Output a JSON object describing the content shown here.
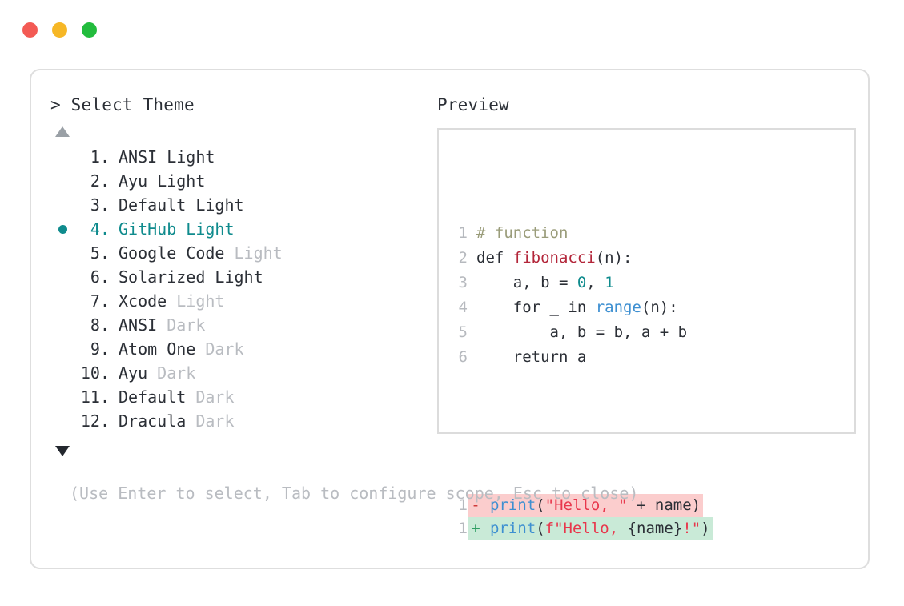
{
  "window": {
    "dots": [
      {
        "name": "close-dot",
        "color": "#f35a54"
      },
      {
        "name": "minimize-dot",
        "color": "#f6b726"
      },
      {
        "name": "maximize-dot",
        "color": "#22bc3d"
      }
    ]
  },
  "prompt": {
    "title": "> Select Theme",
    "scroll_up_icon": "triangle-up",
    "scroll_down_icon": "triangle-down",
    "selected_index": 4,
    "themes": [
      {
        "index": "1.",
        "name": "ANSI",
        "variant": "Light",
        "variant_solid": true,
        "selected": false
      },
      {
        "index": "2.",
        "name": "Ayu",
        "variant": "Light",
        "variant_solid": true,
        "selected": false
      },
      {
        "index": "3.",
        "name": "Default",
        "variant": "Light",
        "variant_solid": true,
        "selected": false
      },
      {
        "index": "4.",
        "name": "GitHub",
        "variant": "Light",
        "variant_solid": true,
        "selected": true
      },
      {
        "index": "5.",
        "name": "Google Code",
        "variant": "Light",
        "variant_solid": false,
        "selected": false
      },
      {
        "index": "6.",
        "name": "Solarized",
        "variant": "Light",
        "variant_solid": true,
        "selected": false
      },
      {
        "index": "7.",
        "name": "Xcode",
        "variant": "Light",
        "variant_solid": false,
        "selected": false
      },
      {
        "index": "8.",
        "name": "ANSI",
        "variant": "Dark",
        "variant_solid": false,
        "selected": false
      },
      {
        "index": "9.",
        "name": "Atom One",
        "variant": "Dark",
        "variant_solid": false,
        "selected": false
      },
      {
        "index": "10.",
        "name": "Ayu",
        "variant": "Dark",
        "variant_solid": false,
        "selected": false
      },
      {
        "index": "11.",
        "name": "Default",
        "variant": "Dark",
        "variant_solid": false,
        "selected": false
      },
      {
        "index": "12.",
        "name": "Dracula",
        "variant": "Dark",
        "variant_solid": false,
        "selected": false
      }
    ]
  },
  "preview": {
    "title": "Preview",
    "code_lines": [
      {
        "num": "1",
        "tokens": [
          {
            "t": "# function",
            "c": "comment"
          }
        ]
      },
      {
        "num": "2",
        "tokens": [
          {
            "t": "def ",
            "c": "keyword"
          },
          {
            "t": "fibonacci",
            "c": "func"
          },
          {
            "t": "(n):",
            "c": "plain"
          }
        ]
      },
      {
        "num": "3",
        "tokens": [
          {
            "t": "    a, b = ",
            "c": "plain"
          },
          {
            "t": "0",
            "c": "number"
          },
          {
            "t": ", ",
            "c": "plain"
          },
          {
            "t": "1",
            "c": "number"
          }
        ]
      },
      {
        "num": "4",
        "tokens": [
          {
            "t": "    for _ in ",
            "c": "plain"
          },
          {
            "t": "range",
            "c": "builtin"
          },
          {
            "t": "(n):",
            "c": "plain"
          }
        ]
      },
      {
        "num": "5",
        "tokens": [
          {
            "t": "        a, b = b, a + b",
            "c": "plain"
          }
        ]
      },
      {
        "num": "6",
        "tokens": [
          {
            "t": "    return a",
            "c": "plain"
          }
        ]
      }
    ],
    "diff_lines": [
      {
        "num": "1",
        "kind": "del",
        "sign": "-",
        "tokens": [
          {
            "t": "print",
            "c": "builtin"
          },
          {
            "t": "(",
            "c": "plain"
          },
          {
            "t": "\"Hello, \"",
            "c": "string"
          },
          {
            "t": " + name)",
            "c": "plain"
          }
        ]
      },
      {
        "num": "1",
        "kind": "add",
        "sign": "+",
        "tokens": [
          {
            "t": "print",
            "c": "builtin"
          },
          {
            "t": "(",
            "c": "plain"
          },
          {
            "t": "f\"Hello, ",
            "c": "string"
          },
          {
            "t": "{name}",
            "c": "plain"
          },
          {
            "t": "!\"",
            "c": "string"
          },
          {
            "t": ")",
            "c": "plain"
          }
        ]
      }
    ]
  },
  "footer": {
    "hint": "(Use Enter to select, Tab to configure scope, Esc to close)"
  },
  "colors": {
    "accent_teal": "#0f8b8d",
    "text_primary": "#2b2f36",
    "text_muted": "#b9bcc1",
    "diff_add_bg": "#c9ead7",
    "diff_del_bg": "#fbcdcd"
  }
}
